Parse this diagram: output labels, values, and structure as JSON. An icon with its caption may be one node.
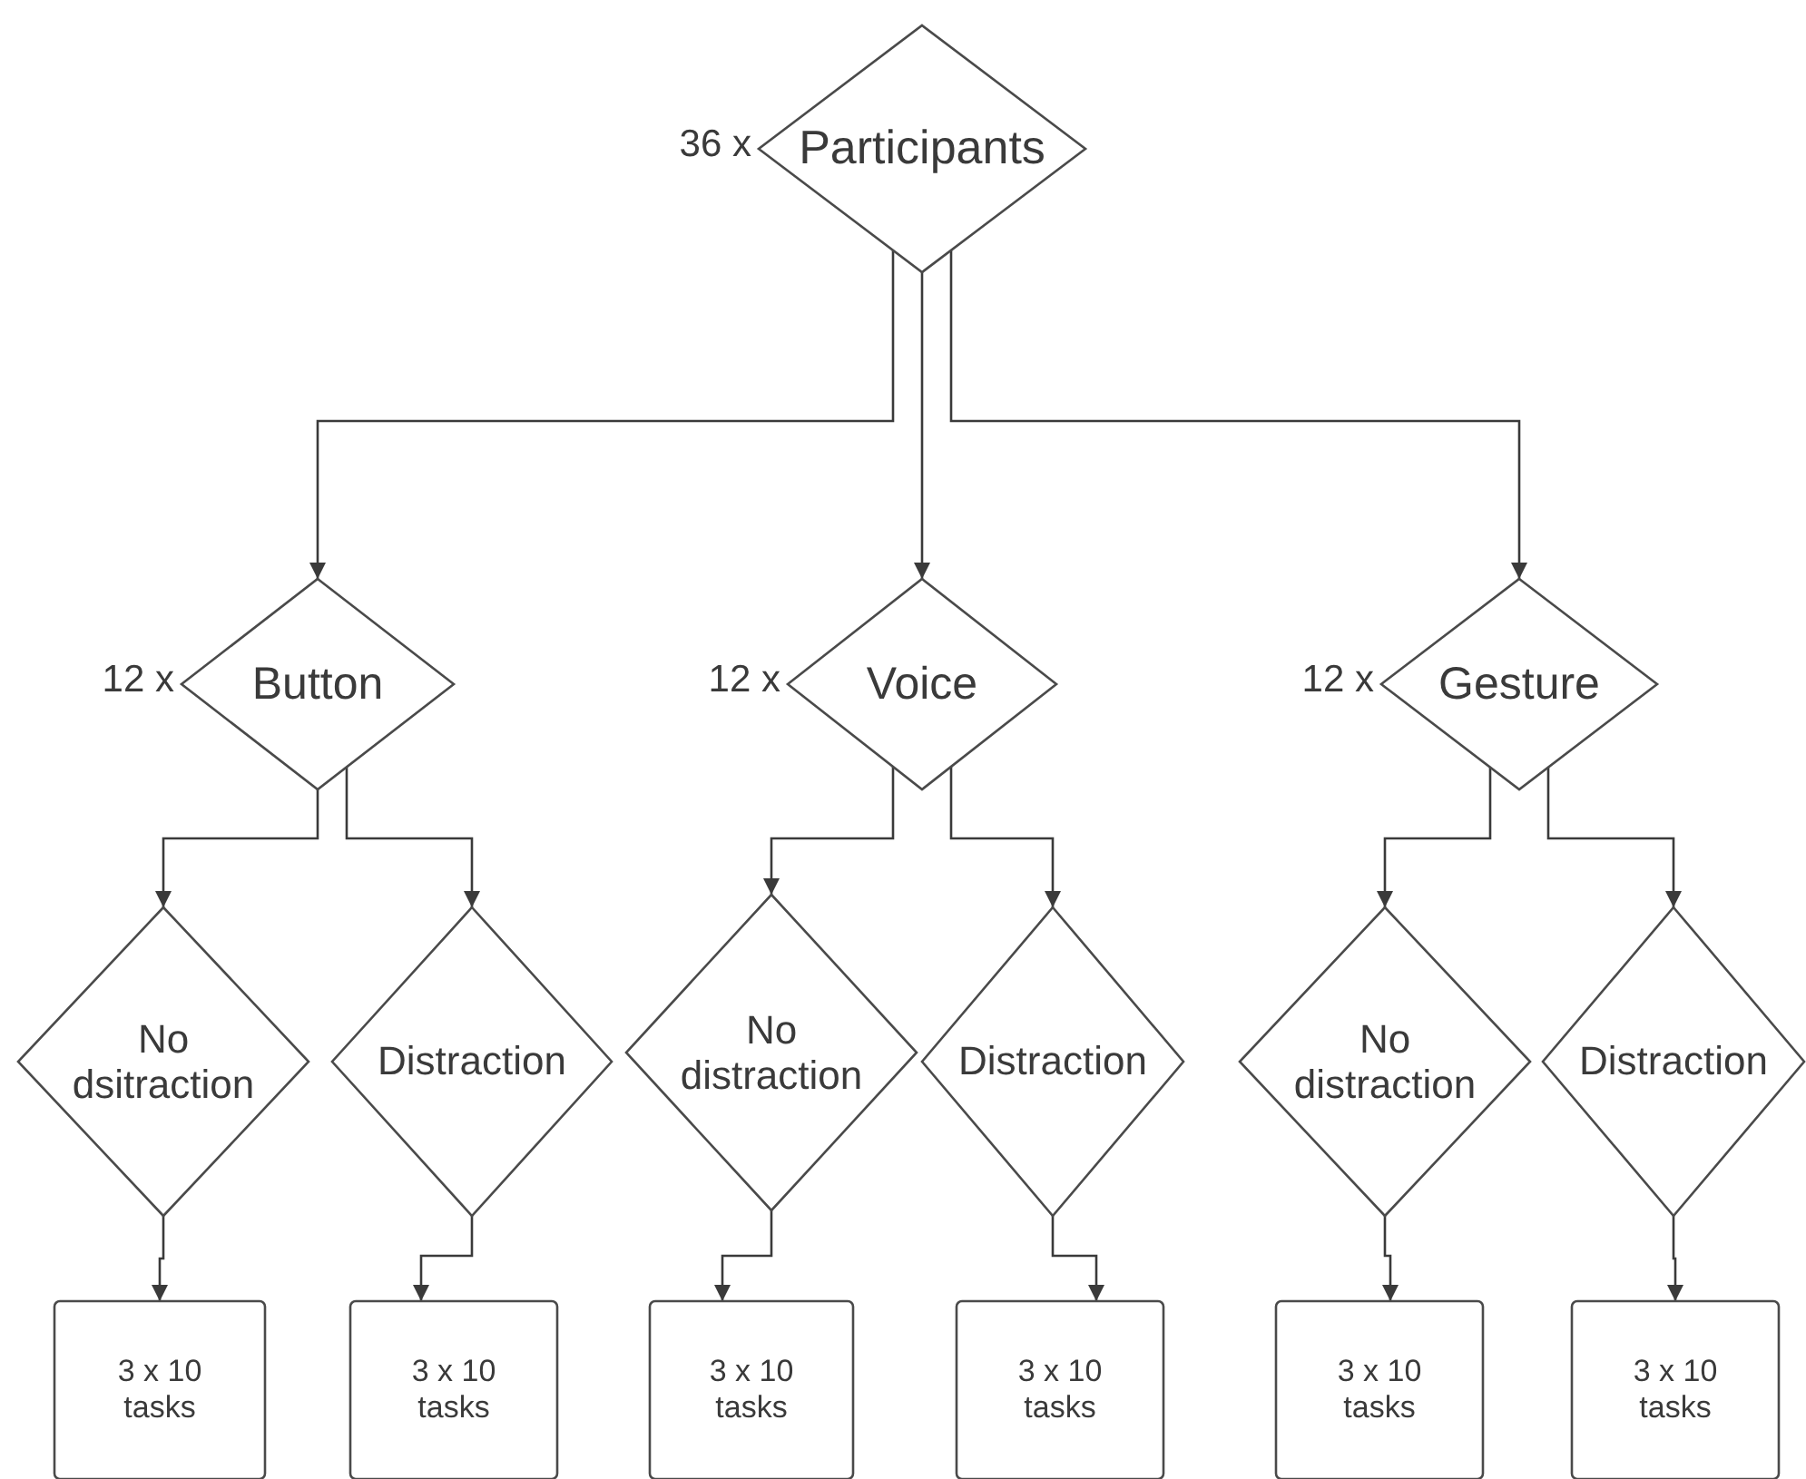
{
  "diagram": {
    "nodes": [
      {
        "text": [
          "Participants"
        ],
        "beside": [
          "36 x"
        ]
      },
      {
        "text": [
          "Button"
        ],
        "beside": [
          "12 x"
        ]
      },
      {
        "text": [
          "Voice"
        ],
        "beside": [
          "12 x"
        ]
      },
      {
        "text": [
          "Gesture"
        ],
        "beside": [
          "12 x"
        ]
      },
      {
        "text": [
          "No dsitraction"
        ]
      },
      {
        "text": [
          "Distraction"
        ]
      },
      {
        "text": [
          "No distraction"
        ]
      },
      {
        "text": [
          "Distraction"
        ]
      },
      {
        "text": [
          "No distraction"
        ]
      },
      {
        "text": [
          "Distraction"
        ]
      },
      {
        "text": [
          "3 x 10 tasks"
        ]
      },
      {
        "text": [
          "3 x 10 tasks"
        ]
      },
      {
        "text": [
          "3 x 10 tasks"
        ]
      },
      {
        "text": [
          "3 x 10 tasks"
        ]
      },
      {
        "text": [
          "3 x 10 tasks"
        ]
      },
      {
        "text": [
          "3 x 10 tasks"
        ]
      }
    ],
    "edges": [
      {
        "from": 0,
        "to": 1,
        "arrow": "to"
      },
      {
        "from": 0,
        "to": 2,
        "arrow": "to"
      },
      {
        "from": 0,
        "to": 3,
        "arrow": "to"
      },
      {
        "from": 1,
        "to": 4,
        "arrow": "to"
      },
      {
        "from": 1,
        "to": 5,
        "arrow": "to"
      },
      {
        "from": 2,
        "to": 6,
        "arrow": "to"
      },
      {
        "from": 2,
        "to": 7,
        "arrow": "to"
      },
      {
        "from": 3,
        "to": 8,
        "arrow": "to"
      },
      {
        "from": 3,
        "to": 9,
        "arrow": "to"
      },
      {
        "from": 4,
        "to": 10,
        "arrow": "to"
      },
      {
        "from": 5,
        "to": 11,
        "arrow": "to"
      },
      {
        "from": 6,
        "to": 12,
        "arrow": "to"
      },
      {
        "from": 7,
        "to": 13,
        "arrow": "to"
      },
      {
        "from": 8,
        "to": 14,
        "arrow": "to"
      },
      {
        "from": 9,
        "to": 15,
        "arrow": "to"
      }
    ]
  }
}
